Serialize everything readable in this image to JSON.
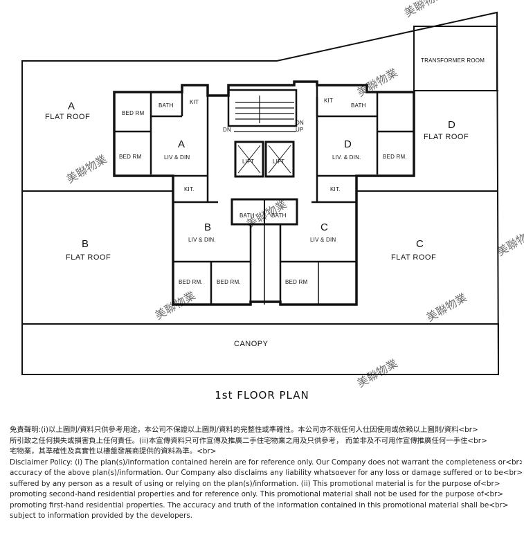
{
  "plan": {
    "title": "1st FLOOR PLAN",
    "transformer_room": "TRANSFORMER ROOM",
    "canopy": "CANOPY",
    "flat_roofs": [
      {
        "letter": "A",
        "label": "FLAT ROOF"
      },
      {
        "letter": "B",
        "label": "FLAT ROOF"
      },
      {
        "letter": "C",
        "label": "FLAT ROOF"
      },
      {
        "letter": "D",
        "label": "FLAT ROOF"
      }
    ],
    "unit_a": {
      "letter": "A",
      "liv": "LIV & DIN",
      "bed1": "BED RM",
      "bed2": "BED RM",
      "bath": "BATH",
      "kit": "KIT",
      "kit2": "KIT."
    },
    "unit_b": {
      "letter": "B",
      "liv": "LIV & DIN.",
      "bed1": "BED RM.",
      "bed2": "BED RM.",
      "bath": "BATH"
    },
    "unit_c": {
      "letter": "C",
      "liv": "LIV & DIN",
      "bed1": "BED RM",
      "bath": "BATH"
    },
    "unit_d": {
      "letter": "D",
      "liv": "LIV. & DIN.",
      "bed1": "BED RM.",
      "bath": "BATH",
      "kit": "KIT",
      "kit2": "KIT."
    },
    "lift1": "LIFT",
    "lift2": "LIFT",
    "stair_dn1": "DN",
    "stair_dn2": "DN",
    "stair_up": "UP",
    "watermark": "美聯物業"
  },
  "disclaimer": {
    "lines": [
      "免責聲明:(i)以上圖則/資料只供參考用途，本公司不保證以上圖則/資料的完整性或準確性。本公司亦不就任何人仕因使用或依賴以上圖則/資料<br>",
      "所引致之任何損失或損害負上任何責任。(ii)本宣傳資料只可作宣傳及推廣二手住宅物業之用及只供參考， 而並非及不可用作宣傳推廣任何一手住<br>",
      "宅物業，其準確性及真實性以樓盤發展商提供的資料為準。<br>",
      "Disclaimer Policy: (i) The plan(s)/information contained herein are for reference only. Our Company does not warrant the completeness or<br>",
      "accuracy of the above plan(s)/information. Our Company also disclaims any liability whatsoever for any loss or damage suffered or to be<br>",
      "suffered by any person as a result of using or relying on the plan(s)/information. (ii) This promotional material is for the purpose of<br>",
      "promoting second-hand residential properties and for reference only. This promotional material shall not be used for the purpose of<br>",
      "promoting first-hand residential properties. The accuracy and truth of the information contained in this promotional material shall be<br>",
      "subject to information provided by the developers."
    ]
  }
}
